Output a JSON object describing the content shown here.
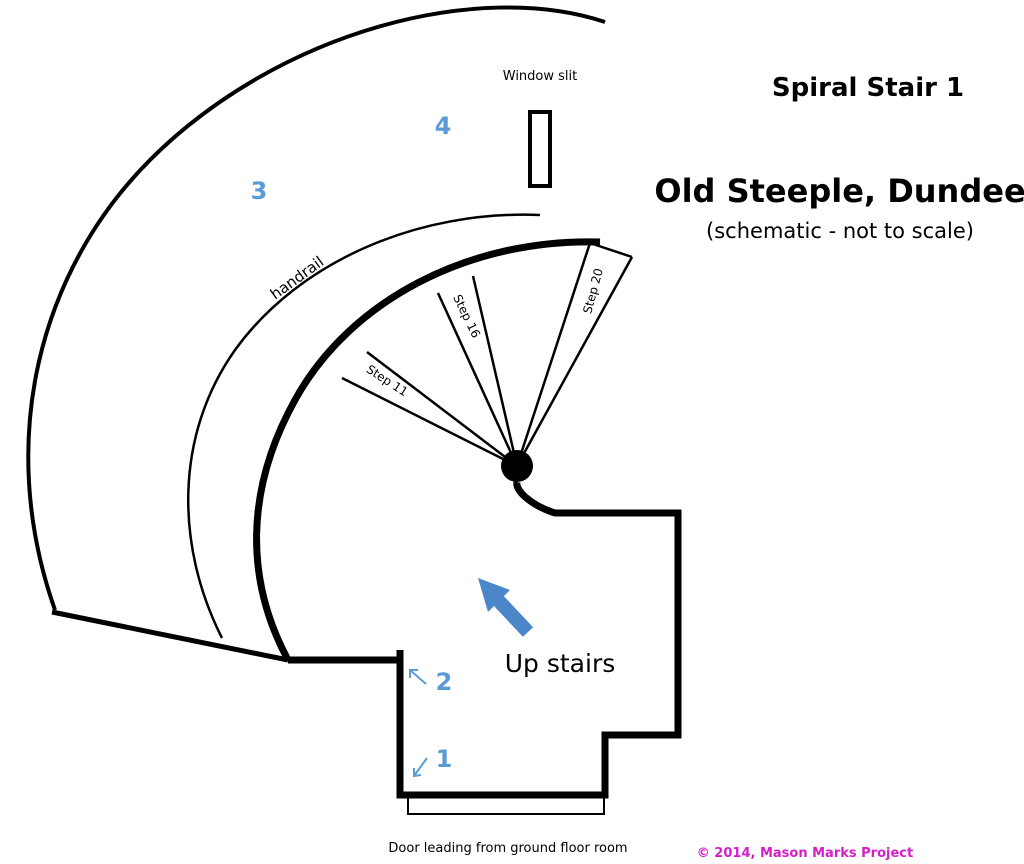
{
  "title": "Spiral Stair 1",
  "subtitle": "Old Steeple, Dundee",
  "caption": "(schematic -  not to scale)",
  "labels": {
    "window": "Window slit",
    "handrail": "handrail",
    "step11": "Step 11",
    "step16": "Step 16",
    "step20": "Step 20",
    "up": "Up stairs",
    "door": "Door leading from ground floor room",
    "copyright": "© 2014, Mason Marks Project"
  },
  "markers": [
    "1",
    "2",
    "3",
    "4"
  ],
  "colors": {
    "ink": "#000000",
    "marker": "#5b9bd5",
    "arrow": "#4a86c8",
    "copyright": "#d41ec8"
  }
}
